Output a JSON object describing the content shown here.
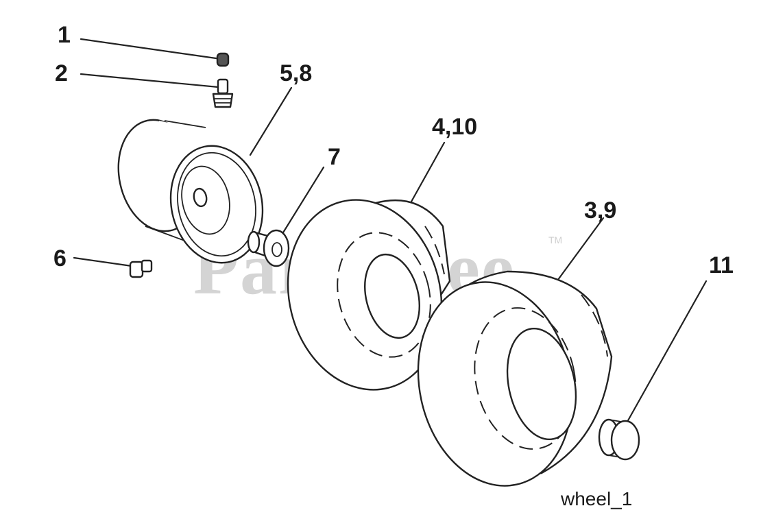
{
  "diagram": {
    "callouts": {
      "c1": "1",
      "c2": "2",
      "c58": "5,8",
      "c7": "7",
      "c410": "4,10",
      "c39": "3,9",
      "c6": "6",
      "c11": "11"
    },
    "caption": "wheel_1",
    "watermark": "PartsTree",
    "watermark_mark": "TM"
  }
}
